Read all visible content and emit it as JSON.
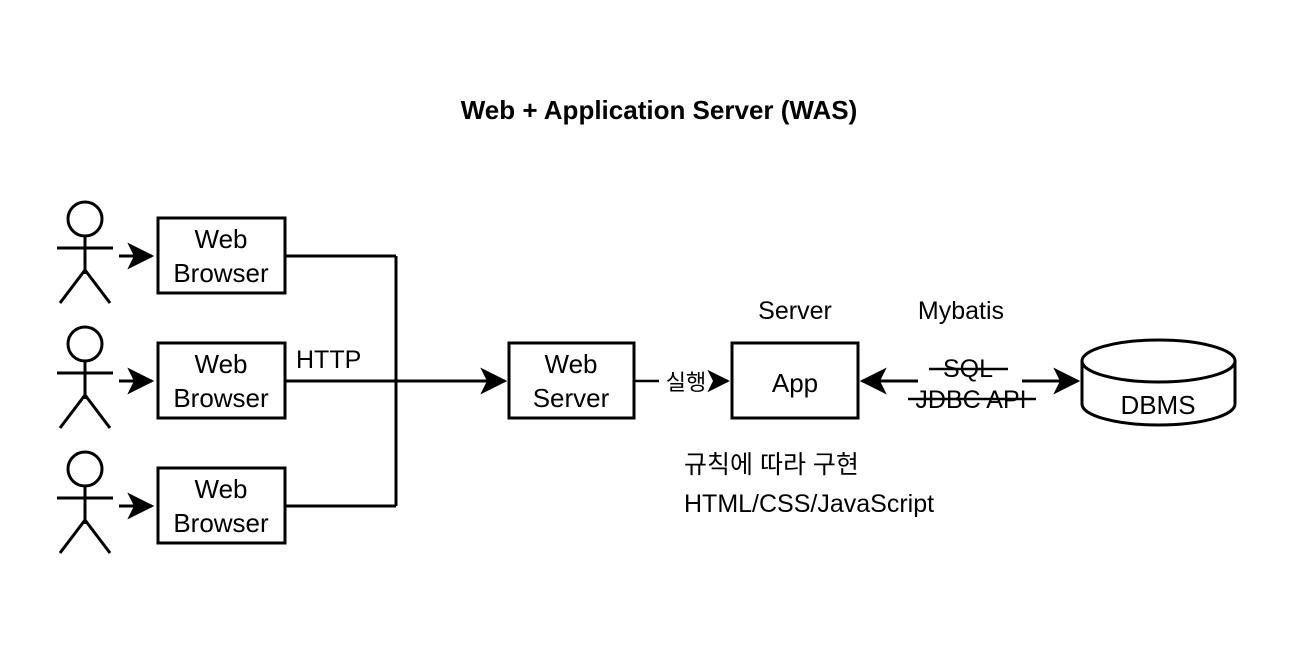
{
  "diagram": {
    "title": "Web + Application Server (WAS)",
    "clients": [
      {
        "actor": "user-1",
        "box_line1": "Web",
        "box_line2": "Browser"
      },
      {
        "actor": "user-2",
        "box_line1": "Web",
        "box_line2": "Browser"
      },
      {
        "actor": "user-3",
        "box_line1": "Web",
        "box_line2": "Browser"
      }
    ],
    "bus_label": "HTTP",
    "web_server": {
      "line1": "Web",
      "line2": "Server"
    },
    "exec_label": "실행",
    "app": {
      "label": "App"
    },
    "app_caption": "Server",
    "mybatis_caption": "Mybatis",
    "protocol": {
      "line1": "SQL",
      "line2": "JDBC API"
    },
    "database": {
      "label": "DBMS"
    },
    "notes": {
      "line1": "규칙에 따라 구현",
      "line2": "HTML/CSS/JavaScript"
    },
    "colors": {
      "stroke": "#000000",
      "fill": "#ffffff",
      "background": "#ffffff"
    }
  }
}
